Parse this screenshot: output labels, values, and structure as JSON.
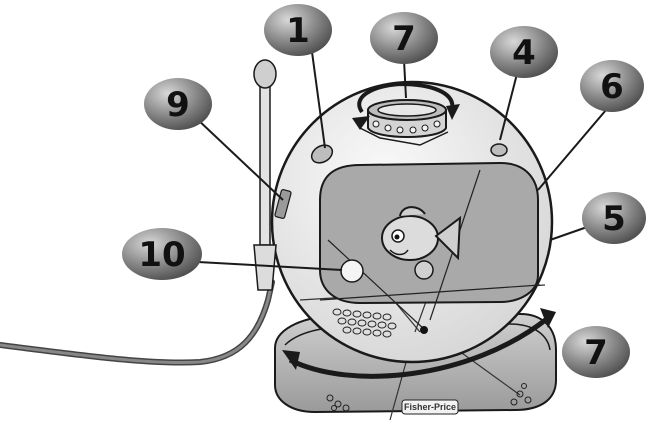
{
  "callouts": [
    {
      "id": "c1",
      "label": "1"
    },
    {
      "id": "c7top",
      "label": "7"
    },
    {
      "id": "c4",
      "label": "4"
    },
    {
      "id": "c6",
      "label": "6"
    },
    {
      "id": "c9",
      "label": "9"
    },
    {
      "id": "c5",
      "label": "5"
    },
    {
      "id": "c10",
      "label": "10"
    },
    {
      "id": "c7bottom",
      "label": "7"
    }
  ],
  "brand": {
    "logo_text": "Fisher-Price"
  },
  "colors": {
    "callout_fill": "#6a6a6a",
    "callout_light": "#bdbdbd",
    "outline": "#1a1a1a",
    "globe_fill": "#ececec",
    "window_fill": "#a9a9a9",
    "base_fill": "#b8b8b8",
    "cord": "#555555"
  },
  "icons": [
    "fish-icon",
    "rotate-arrow-icon",
    "antenna-icon",
    "speaker-grille-icon"
  ]
}
